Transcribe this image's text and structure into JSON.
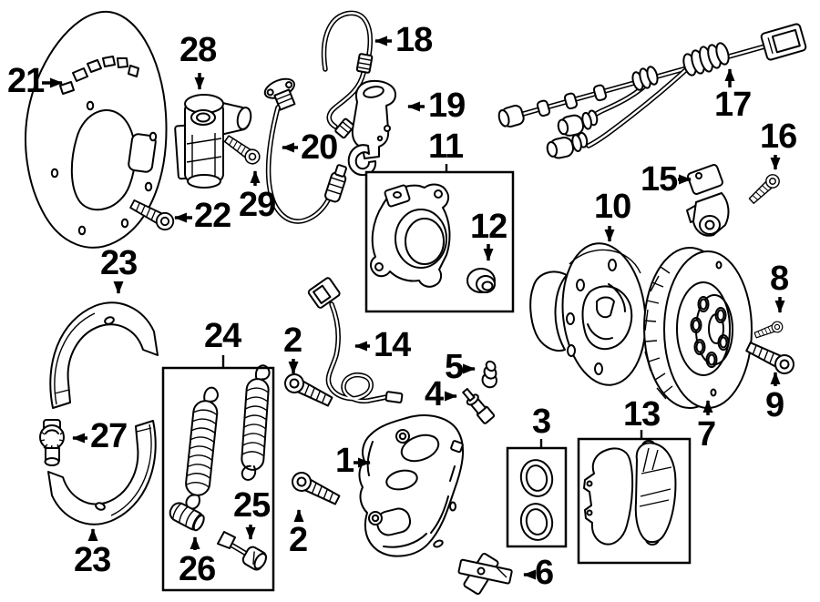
{
  "diagram": {
    "background_color": "#ffffff",
    "line_color": "#000000"
  },
  "callouts": [
    {
      "id": "21",
      "label": "21"
    },
    {
      "id": "28",
      "label": "28"
    },
    {
      "id": "22",
      "label": "22"
    },
    {
      "id": "29",
      "label": "29"
    },
    {
      "id": "18",
      "label": "18"
    },
    {
      "id": "19",
      "label": "19"
    },
    {
      "id": "20",
      "label": "20"
    },
    {
      "id": "11",
      "label": "11"
    },
    {
      "id": "12",
      "label": "12"
    },
    {
      "id": "17",
      "label": "17"
    },
    {
      "id": "16",
      "label": "16"
    },
    {
      "id": "15",
      "label": "15"
    },
    {
      "id": "10",
      "label": "10"
    },
    {
      "id": "8",
      "label": "8"
    },
    {
      "id": "9",
      "label": "9"
    },
    {
      "id": "7",
      "label": "7"
    },
    {
      "id": "23a",
      "label": "23"
    },
    {
      "id": "27",
      "label": "27"
    },
    {
      "id": "23b",
      "label": "23"
    },
    {
      "id": "24",
      "label": "24"
    },
    {
      "id": "26",
      "label": "26"
    },
    {
      "id": "25",
      "label": "25"
    },
    {
      "id": "2a",
      "label": "2"
    },
    {
      "id": "2b",
      "label": "2"
    },
    {
      "id": "1",
      "label": "1"
    },
    {
      "id": "14",
      "label": "14"
    },
    {
      "id": "5",
      "label": "5"
    },
    {
      "id": "4",
      "label": "4"
    },
    {
      "id": "3",
      "label": "3"
    },
    {
      "id": "6",
      "label": "6"
    },
    {
      "id": "13",
      "label": "13"
    }
  ]
}
